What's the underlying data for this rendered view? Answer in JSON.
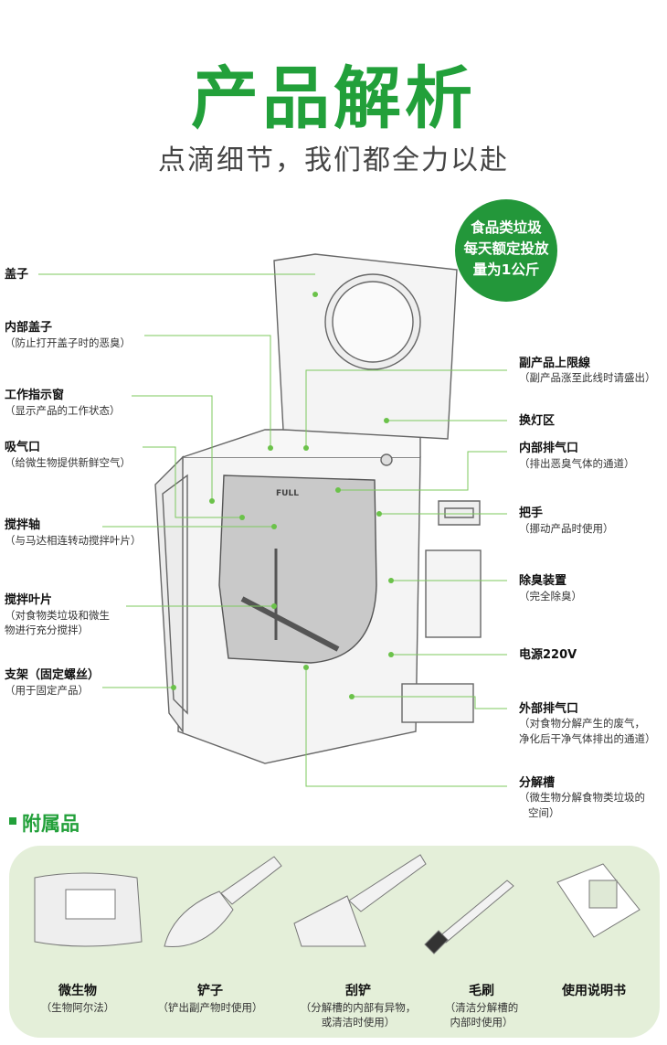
{
  "header": {
    "title": "产品解析",
    "subtitle": "点滴细节，我们都全力以赴"
  },
  "badge": {
    "lines": [
      "食品类垃圾",
      "每天额定投放",
      "量为1公斤"
    ]
  },
  "colors": {
    "brand_green": "#22a03a",
    "panel_bg": "#e4efd9",
    "leader_line": "#7dc95e"
  },
  "left_labels": [
    {
      "title": "盖子",
      "desc": []
    },
    {
      "title": "内部盖子",
      "desc": [
        "（防止打开盖子时的恶臭）"
      ]
    },
    {
      "title": "工作指示窗",
      "desc": [
        "（显示产品的工作状态）"
      ]
    },
    {
      "title": "吸气口",
      "desc": [
        "（给微生物提供新鲜空气）"
      ]
    },
    {
      "title": "搅拌轴",
      "desc": [
        "（与马达相连转动搅拌叶片）"
      ]
    },
    {
      "title": "搅拌叶片",
      "desc": [
        "（对食物类垃圾和微生",
        "物进行充分搅拌）"
      ]
    },
    {
      "title": "支架（固定螺丝）",
      "desc": [
        "（用于固定产品）"
      ]
    }
  ],
  "right_labels": [
    {
      "title": "副产品上限線",
      "desc": [
        "（副产品涨至此线时请盛出）"
      ]
    },
    {
      "title": "换灯区",
      "desc": []
    },
    {
      "title": "内部排气口",
      "desc": [
        "（排出恶臭气体的通道）"
      ]
    },
    {
      "title": "把手",
      "desc": [
        "（挪动产品时使用）"
      ]
    },
    {
      "title": "除臭装置",
      "desc": [
        "（完全除臭）"
      ]
    },
    {
      "title": "电源220V",
      "desc": []
    },
    {
      "title": "外部排气口",
      "desc": [
        "（对食物分解产生的废气，",
        "净化后干净气体排出的通道）"
      ]
    },
    {
      "title": "分解槽",
      "desc": [
        "（微生物分解食物类垃圾的",
        "空间）"
      ]
    }
  ],
  "machine": {
    "full_mark": "FULL"
  },
  "accessories": {
    "title": "附属品",
    "items": [
      {
        "name": "微生物",
        "desc": [
          "（生物阿尔法）"
        ]
      },
      {
        "name": "铲子",
        "desc": [
          "（铲出副产物时使用）"
        ]
      },
      {
        "name": "刮铲",
        "desc": [
          "（分解槽的内部有异物，",
          "或清洁时使用）"
        ]
      },
      {
        "name": "毛刷",
        "desc": [
          "（清洁分解槽的",
          "内部时使用）"
        ]
      },
      {
        "name": "使用说明书",
        "desc": []
      }
    ]
  }
}
